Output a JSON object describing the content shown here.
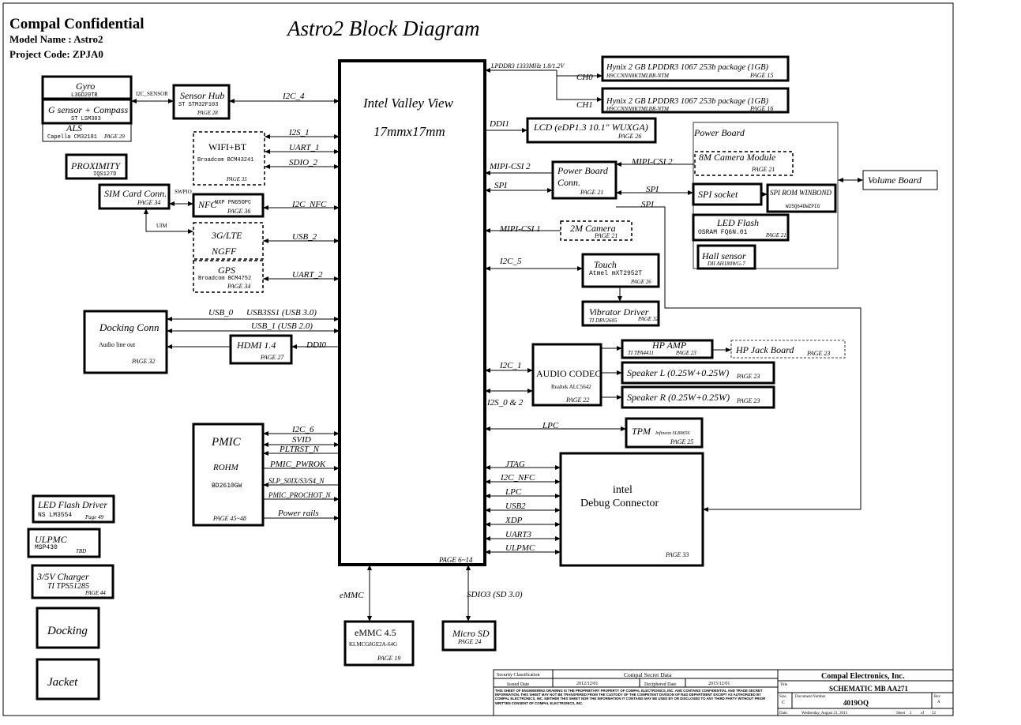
{
  "header": {
    "confidential": "Compal Confidential",
    "model": "Model Name : Astro2",
    "project": "Project Code: ZPJA0",
    "title": "Astro2 Block Diagram"
  },
  "cpu": {
    "name": "Intel Valley View",
    "size": "17mmx17mm",
    "page": "PAGE 6~14"
  },
  "memory": {
    "bus": "LPDDR3 1333MHz 1.8/1.2V",
    "ch0": {
      "label": "CH0",
      "part": "Hynix 2 GB  LPDDR3 1067 253b package (1GB)",
      "pn": "H9CCNNN8KTMLBR-NTM",
      "page": "PAGE 15"
    },
    "ch1": {
      "label": "CH1",
      "part": "Hynix 2 GB  LPDDR3 1067 253b package (1GB)",
      "pn": "H9CCNNN8KTMLBR-NTM",
      "page": "PAGE 16"
    }
  },
  "left": {
    "gyro": {
      "name": "Gyro",
      "part": "L3GD20TR"
    },
    "gsensor": {
      "name": "G sensor + Compass",
      "part": "ST LSM303"
    },
    "als": {
      "name": "ALS",
      "part": "Capella CM32181",
      "page": "PAGE 29"
    },
    "i2c_sensor": "I2C_SENSOR",
    "sensorhub": {
      "name": "Sensor Hub",
      "part": "ST STM32F103",
      "page": "PAGE 28"
    },
    "i2c4": "I2C_4",
    "proximity": {
      "name": "PROXIMITY",
      "part": "IQS127D"
    },
    "wifi": {
      "name": "WIFI+BT",
      "part": "Broadcom BCM43241",
      "page": "PAGE 35"
    },
    "i2s1": "I2S_1",
    "uart1": "UART_1",
    "sdio2": "SDIO_2",
    "sim": {
      "name": "SIM Card Conn.",
      "page": "PAGE 34"
    },
    "swpio": "SWPIO",
    "uim": "UIM",
    "nfc": {
      "name": "NFC",
      "part": "NXP PN65OPC",
      "page": "PAGE 36"
    },
    "i2cnfc": "I2C_NFC",
    "lte": {
      "name": "3G/LTE",
      "name2": "NGFF"
    },
    "usb2": "USB_2",
    "gps": {
      "name": "GPS",
      "part": "Broadcom BCM4752",
      "page": "PAGE 34"
    },
    "uart2": "UART_2",
    "docking": {
      "name": "Docking Conn",
      "sub": "Audio line out",
      "page": "PAGE 32"
    },
    "usb0": "USB_0",
    "usb3ss1": "USB3SS1 (USB 3.0)",
    "usb1": "USB_1 (USB 2.0)",
    "hdmi": {
      "name": "HDMI  1.4",
      "page": "PAGE 27"
    },
    "ddi0": "DDI0",
    "pmic": {
      "name": "PMIC",
      "vendor": "ROHM",
      "part": "BD2610GW",
      "page": "PAGE 45~48"
    },
    "pmic_sigs": [
      "I2C_6",
      "SVID",
      "PLTRST_N",
      "PMIC_PWROK",
      "SLP_S0IX/S3/S4_N",
      "PMIC_PROCHOT_N",
      "Power rails"
    ],
    "ledflash_drv": {
      "name": "LED Flash Driver",
      "part": "NS  LM3554",
      "page": "Page 49"
    },
    "ulpmc": {
      "name": "ULPMC",
      "part": "MSP430",
      "note": "TBD"
    },
    "charger": {
      "name": "3/5V Charger",
      "part": "TI TPS51285",
      "page": "PAGE 44"
    },
    "dock": "Docking",
    "jacket": "Jacket"
  },
  "right": {
    "ddi1": "DDI1",
    "lcd": {
      "name": "LCD (eDP1.3 10.1\" WUXGA)",
      "page": "PAGE 26"
    },
    "mipi2": "MIPI-CSI 2",
    "spi": "SPI",
    "powerconn": {
      "name": "Power Board",
      "name2": "Conn.",
      "page": "PAGE 21"
    },
    "powerboard": "Power Board",
    "camera8": {
      "name": "8M Camera Module",
      "page": "PAGE 21"
    },
    "spisocket": "SPI socket",
    "spirom": {
      "name": "SPI ROM WINBOND",
      "part": "W25Q64DWZPIG"
    },
    "volume": "Volume Board",
    "ledflash": {
      "name": "LED Flash",
      "part": "OSRAM FQ6N.01",
      "page": "PAGE 21"
    },
    "hall": {
      "name": "Hall sensor",
      "part": "DII AH180WG-7"
    },
    "mipi1": "MIPI-CSI 1",
    "camera2": {
      "name": "2M Camera",
      "page": "PAGE 21"
    },
    "i2c5": "I2C_5",
    "touch": {
      "name": "Touch",
      "part": "Atmel mXT2952T",
      "page": "PAGE 26"
    },
    "vibrator": {
      "name": "Vibrator Driver",
      "part": "TI DRV2605",
      "page": "PAGE 32"
    },
    "i2c1": "I2C_1",
    "i2s": "I2S_0 & 2",
    "codec": {
      "name": "AUDIO CODEC",
      "part": "Realtek ALC5642",
      "page": "PAGE 22"
    },
    "hpamp": {
      "name": "HP AMP",
      "part": "TI TPA4411",
      "page": "PAGE 23"
    },
    "hpjack": {
      "name": "HP Jack Board",
      "page": "PAGE 23"
    },
    "spkl": {
      "name": "Speaker L (0.25W+0.25W)",
      "page": "PAGE 23"
    },
    "spkr": {
      "name": "Speaker R (0.25W+0.25W)",
      "page": "PAGE 23"
    },
    "lpc": "LPC",
    "tpm": {
      "name": "TPM",
      "part": "Infineon SLB9656",
      "page": "PAGE 25"
    },
    "debug_sigs": [
      "JTAG",
      "I2C_NFC",
      "LPC",
      "USB2",
      "XDP",
      "UART3",
      "ULPMC"
    ],
    "debug": {
      "name": "intel",
      "name2": "Debug Connector",
      "page": "PAGE 33"
    },
    "emmc_lbl": "eMMC",
    "emmc": {
      "name": "eMMC 4.5",
      "part": "KLMCG8GE2A-64G",
      "page": "PAGE 19"
    },
    "sdio3": "SDIO3 (SD 3.0)",
    "microsd": {
      "name": "Micro SD",
      "page": "PAGE 24"
    }
  },
  "titleblock": {
    "sec_class": "Security Classification",
    "secret": "Compal Secret Data",
    "issued": "Issued Date",
    "issued_val": "2012/12/01",
    "deciphered": "Deciphered Date",
    "deciphered_val": "2015/12/01",
    "notice": "THIS SHEET OF ENGINEERING DRAWING IS THE PROPRIETARY PROPERTY OF COMPAL ELECTRONICS, INC. AND CONTAINS CONFIDENTIAL AND TRADE SECRET INFORMATION. THIS SHEET MAY NOT BE TRANSFERED FROM THE CUSTODY OF THE COMPETENT DIVISION OF R&D DEPARTMENT EXCEPT AS AUTHORIZED BY COMPAL ELECTRONICS, INC. NEITHER THIS SHEET NOR THE INFORMATION IT CONTAINS MAY BE USED BY OR DISCLOSED TO ANY THIRD PARTY WITHOUT PRIOR WRITTEN CONSENT OF COMPAL ELECTRONICS, INC.",
    "company": "Compal Electronics, Inc.",
    "title_lbl": "Title",
    "title": "SCHEMATIC MB AA271",
    "size_lbl": "Size",
    "size": "C",
    "docnum_lbl": "Document Number",
    "docnum": "4019OQ",
    "rev_lbl": "Rev",
    "rev": "A",
    "date_lbl": "Date:",
    "date": "Wednesday, August 21, 2013",
    "sheet_lbl": "Sheet",
    "sheet": "2",
    "of_lbl": "of",
    "of": "52"
  }
}
